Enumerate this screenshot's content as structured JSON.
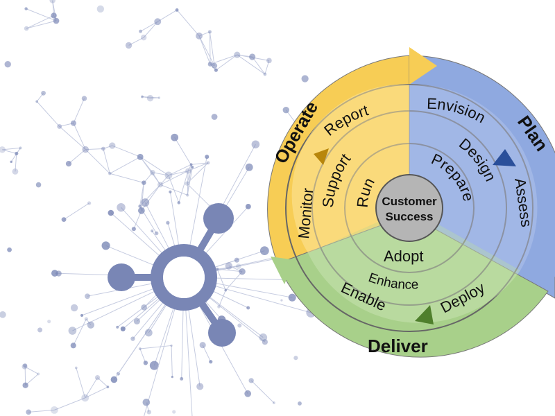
{
  "center": {
    "line1": "Customer",
    "line2": "Success"
  },
  "phases": [
    {
      "label": "Operate",
      "color": "#f7cd55",
      "light": "#fde59a",
      "marker": "#b8860b",
      "ring1": "Report",
      "ring1b": "Monitor",
      "ring2": "Support",
      "ring3": "Run"
    },
    {
      "label": "Plan",
      "color": "#8fa9e0",
      "light": "#b7c8ee",
      "marker": "#2a4f9a",
      "ring1": "Envision",
      "ring1b": "Assess",
      "ring2": "Design",
      "ring3": "Prepare"
    },
    {
      "label": "Deliver",
      "color": "#a8d08a",
      "light": "#cfe7b7",
      "marker": "#4f7f2c",
      "ring1": "Enable",
      "ring1b": "Deploy",
      "ring2": "Enhance",
      "ring3": "Adopt"
    }
  ],
  "network": {
    "node_color": "#7986b5",
    "line_color": "#c5cbe0"
  }
}
